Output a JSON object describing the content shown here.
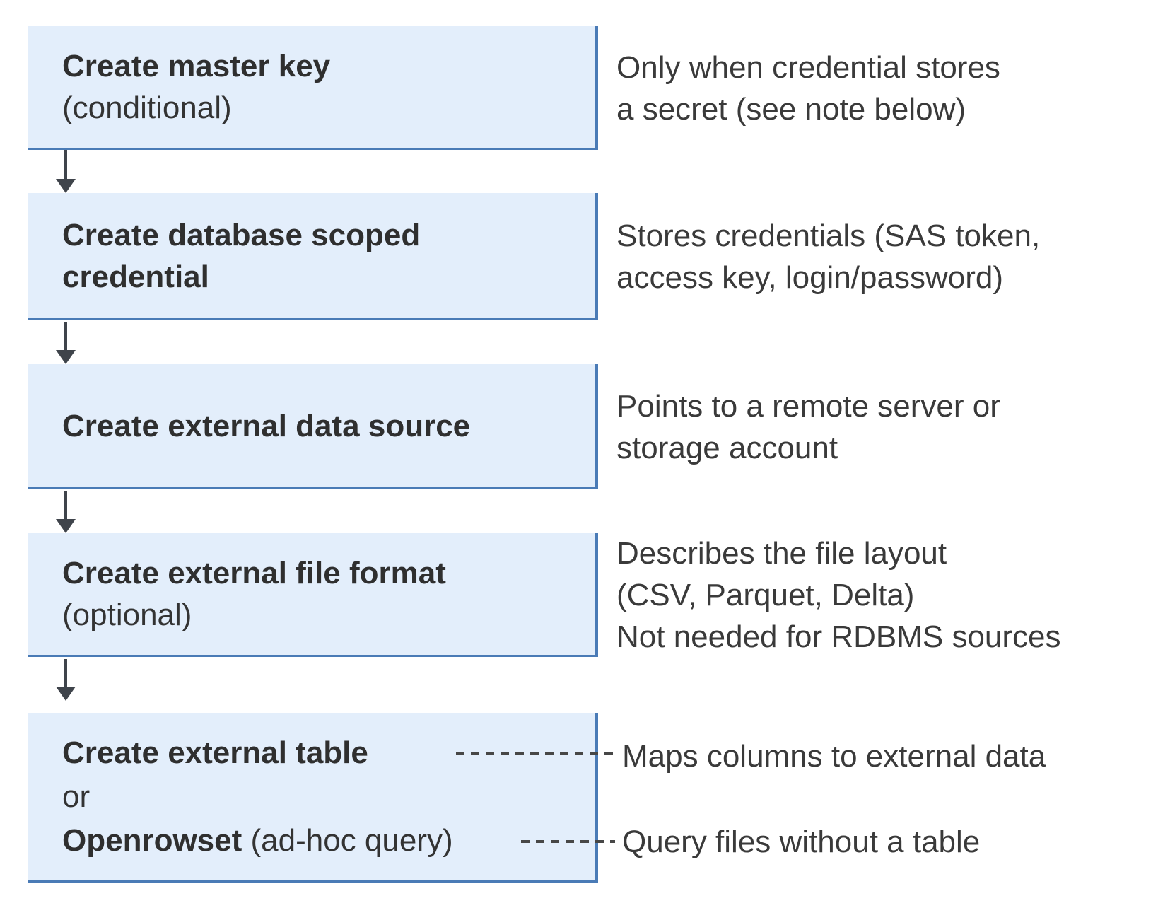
{
  "colors": {
    "background": "#ffffff",
    "box_fill": "#e3eefb",
    "box_border": "#4a7bb6",
    "arrow": "#3f444b",
    "title_text": "#2f2f2f",
    "note_text": "#3a3a3a",
    "dash_line": "#474747"
  },
  "steps": [
    {
      "title": "Create master key",
      "subtitle": "(conditional)",
      "note": "Only when credential stores\na secret (see note below)"
    },
    {
      "title": "Create database scoped\ncredential",
      "note": "Stores credentials (SAS token,\naccess key, login/password)"
    },
    {
      "title": "Create external data source",
      "note": "Points to a remote server or\nstorage account"
    },
    {
      "title": "Create external file format",
      "subtitle": "(optional)",
      "note": "Describes the file layout\n(CSV, Parquet, Delta)\nNot needed for RDBMS sources"
    },
    {
      "title": "Create external table",
      "or_label": "or",
      "alt_title": "Openrowset",
      "alt_suffix": " (ad-hoc query)",
      "note_table": "Maps columns to external data",
      "note_openrowset": "Query files without a table"
    }
  ]
}
